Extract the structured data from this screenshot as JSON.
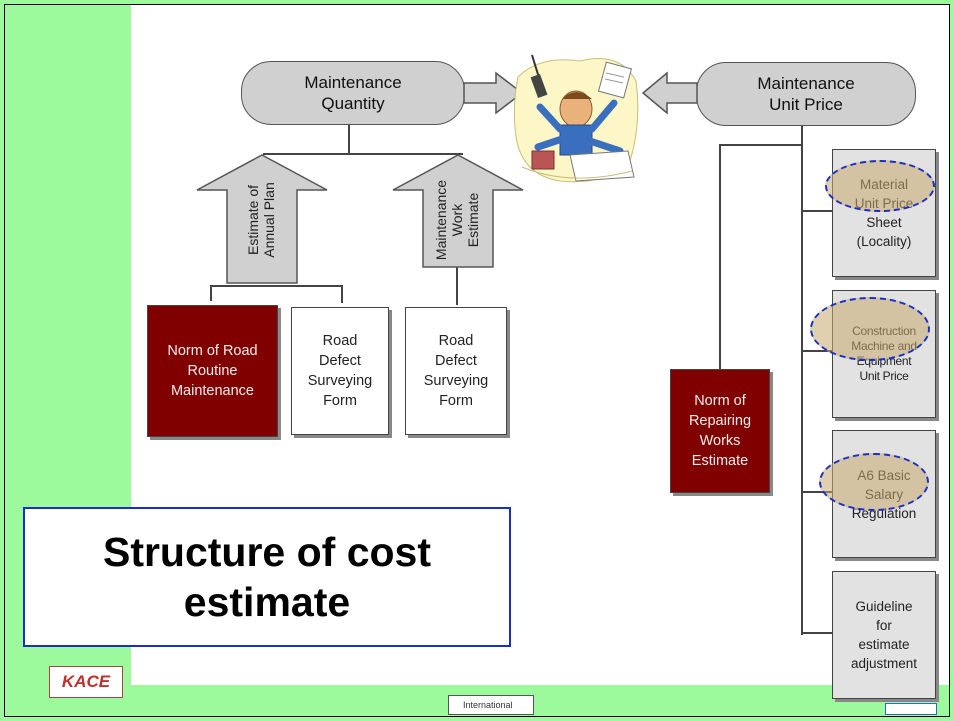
{
  "top": {
    "quantity_label": "Maintenance\nQuantity",
    "unit_price_label": "Maintenance\nUnit Price"
  },
  "arrows": {
    "annual_plan": "Estimate of\nAnnual Plan",
    "work_estimate": "Maintenance\nWork\nEstimate"
  },
  "left_boxes": {
    "norm_routine": "Norm of Road\nRoutine\nMaintenance",
    "defect_form_1": "Road\nDefect\nSurveying\nForm",
    "defect_form_2": "Road\nDefect\nSurveying\nForm"
  },
  "center_box": "Norm of\nRepairing\nWorks\nEstimate",
  "right_boxes": {
    "material": "Material\nUnit Price\nSheet\n(Locality)",
    "machine": "Construction\nMachine and\nEquipment\nUnit Price",
    "salary": "A6 Basic\nSalary\nRegulation",
    "guideline": "Guideline\nfor\nestimate\nadjustment"
  },
  "title": "Structure of cost\nestimate",
  "logo_text": "KACE",
  "footer_text": "International",
  "colors": {
    "background_green": "#9cf99c",
    "dark_red": "#800000",
    "highlight_blue": "#1a2fc9",
    "gray_box": "#e2e2e2"
  }
}
